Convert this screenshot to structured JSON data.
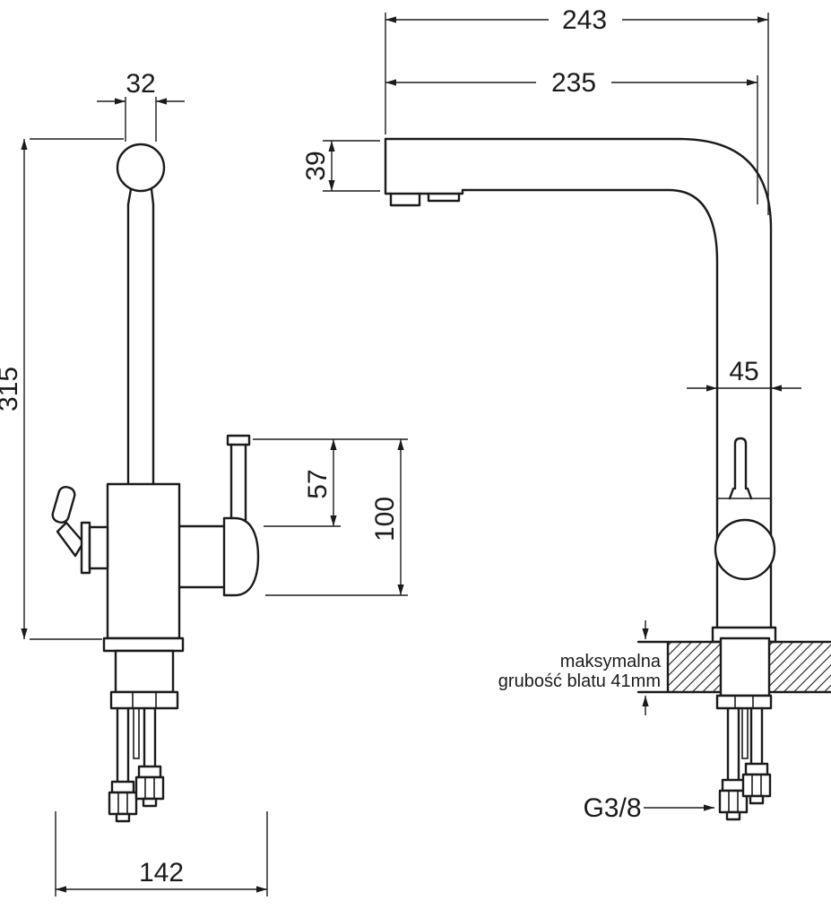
{
  "front_view": {
    "dim_top_width": "32",
    "dim_height": "315",
    "dim_outlet_upper": "57",
    "dim_outlet_total": "100",
    "dim_base_width": "142"
  },
  "side_view": {
    "dim_total_depth": "243",
    "dim_spout_reach": "235",
    "dim_spout_height": "39",
    "dim_body_depth": "45",
    "note_countertop_line1": "maksymalna",
    "note_countertop_line2": "grubość blatu 41mm",
    "label_connection": "G3/8"
  }
}
